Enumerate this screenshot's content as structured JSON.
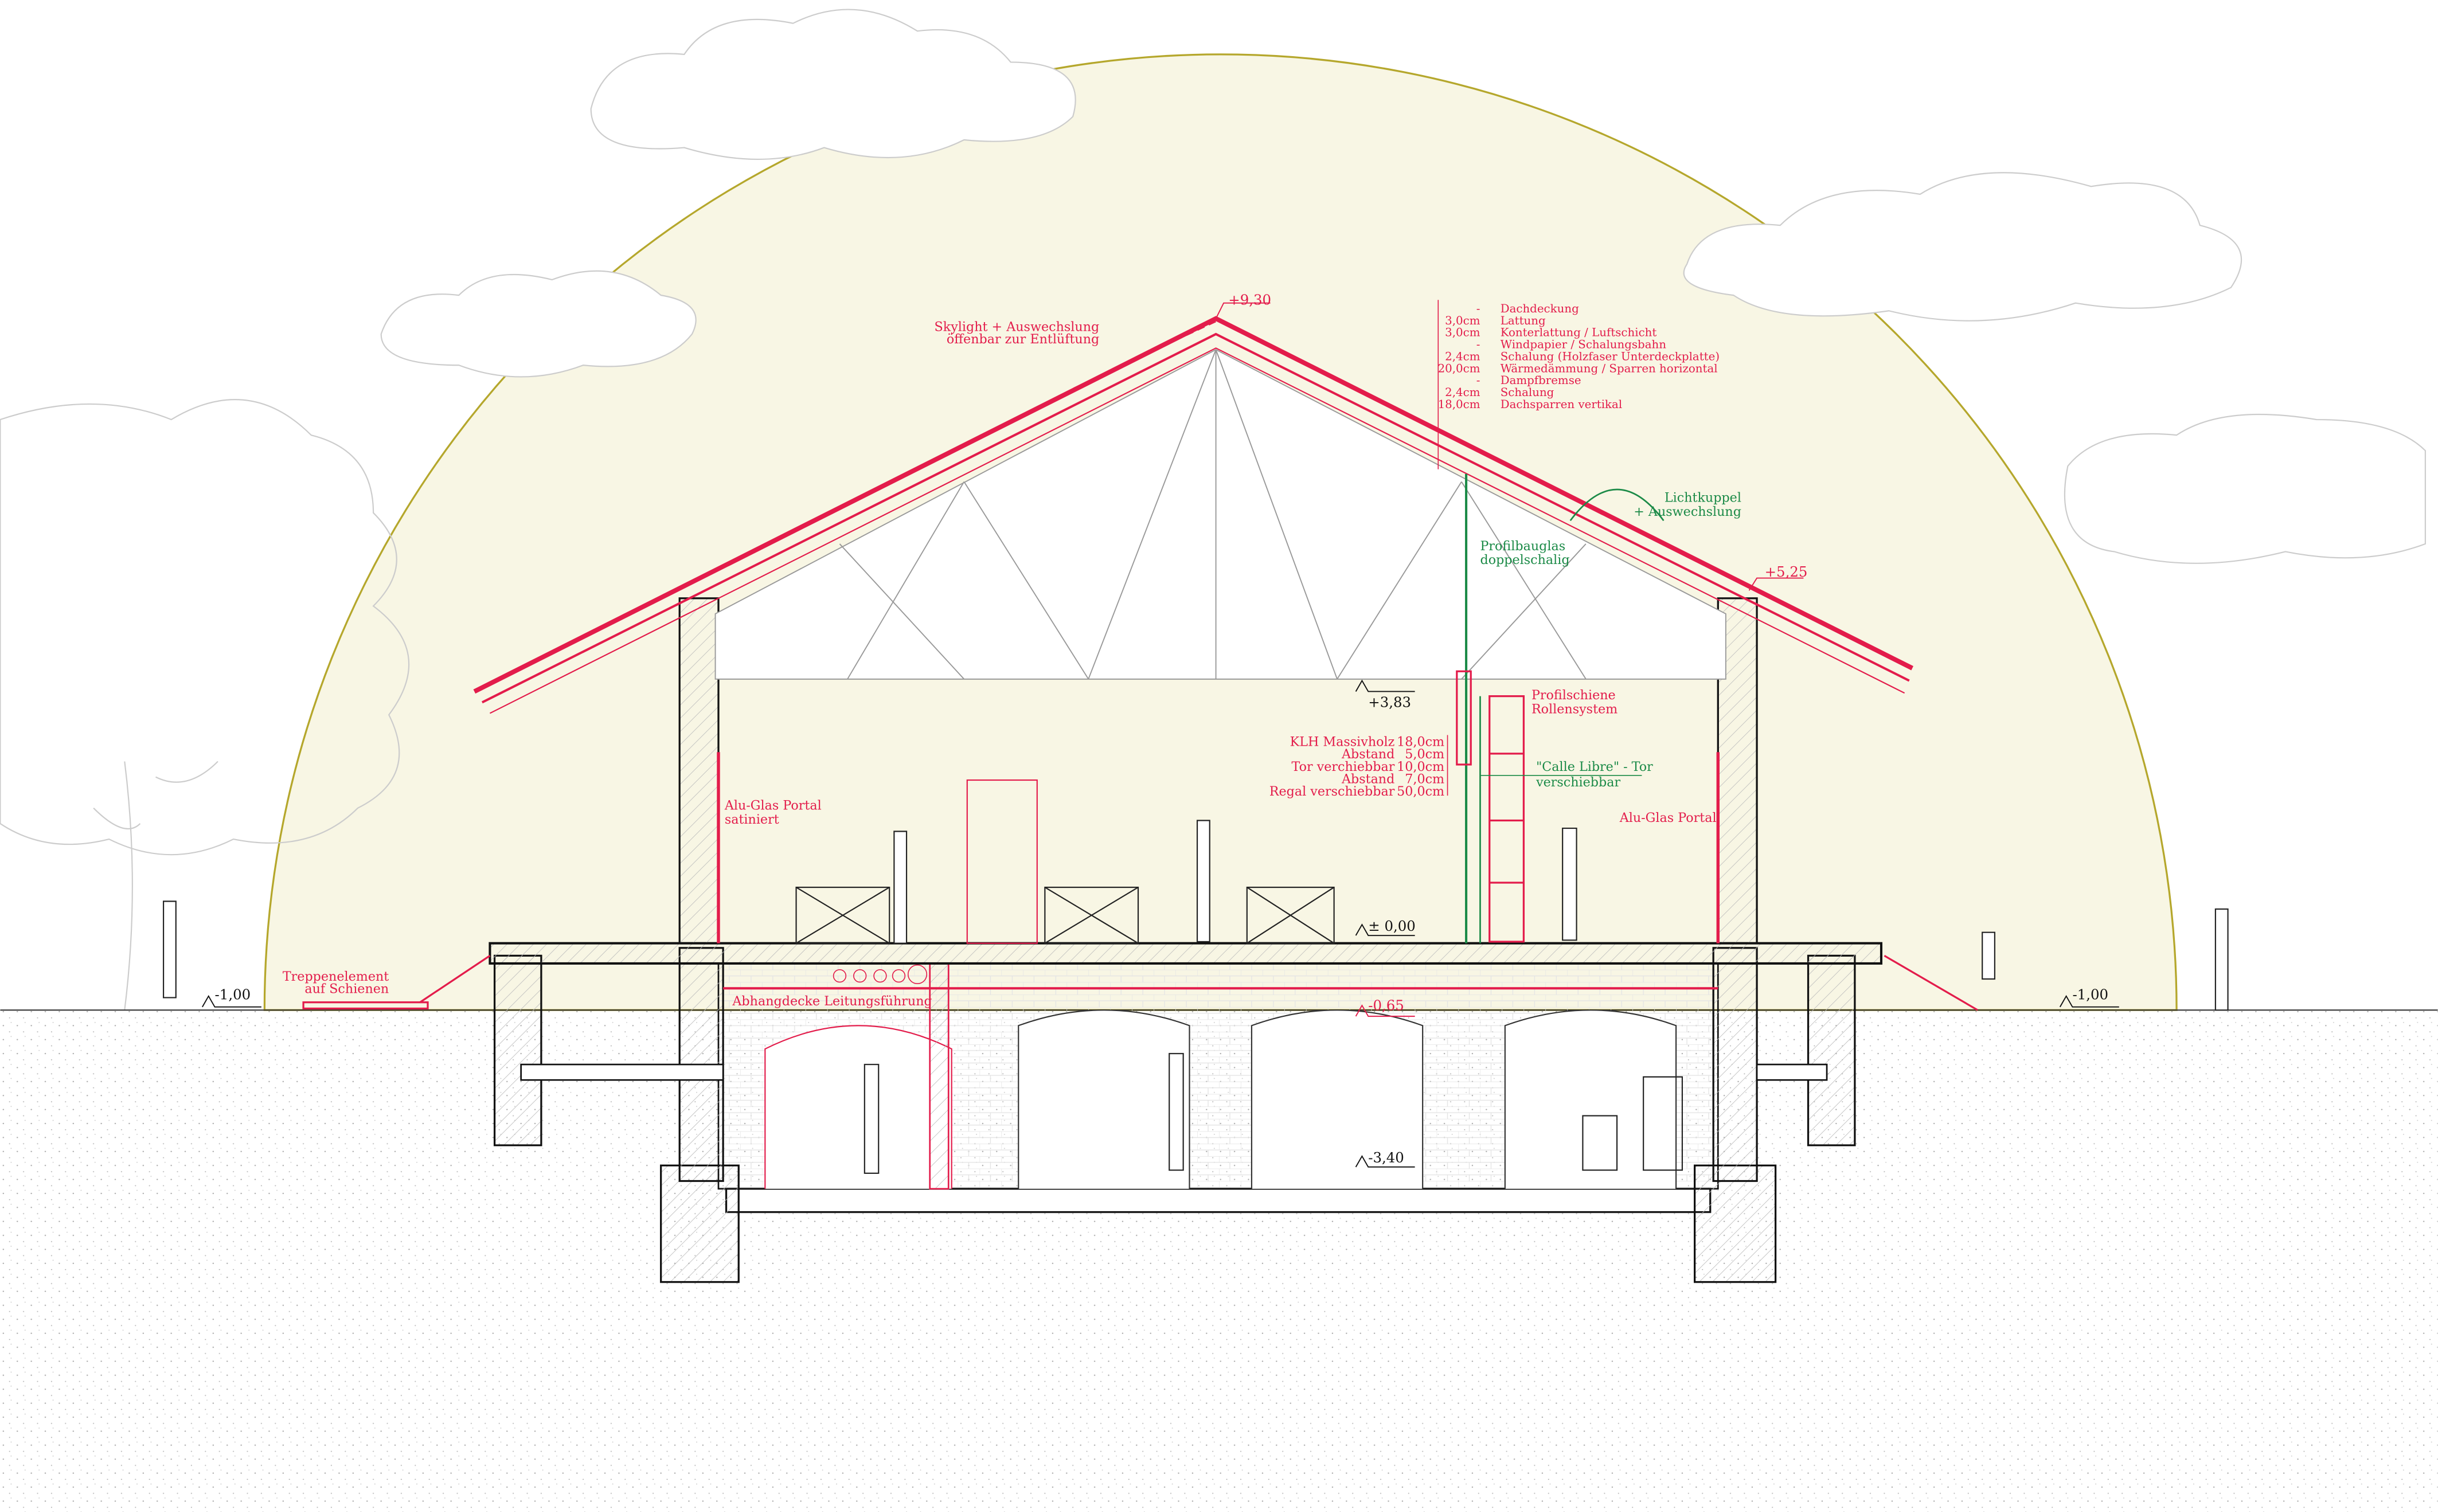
{
  "colors": {
    "accent_red": "#e31c4b",
    "accent_green": "#1b8a47",
    "sun": "#f8f6e4",
    "sun_outline": "#b5a72c"
  },
  "levels": {
    "ridge": "+9,30",
    "eave": "+5,25",
    "ceiling": "+3,83",
    "ground_floor": "± 0,00",
    "suspended_ceiling": "-0,65",
    "basement": "-3,40",
    "terrain_left": "-1,00",
    "terrain_right": "-1,00"
  },
  "labels": {
    "skylight": [
      "Skylight + Auswechslung",
      "öffenbar zur Entlüftung"
    ],
    "lichtkuppel": [
      "Lichtkuppel",
      "+ Auswechslung"
    ],
    "profilbauglas": [
      "Profilbauglas",
      "doppelschalig"
    ],
    "profilschiene": [
      "Profilschiene",
      "Rollensystem"
    ],
    "calle_libre": [
      "\"Calle Libre\" - Tor",
      "verschiebbar"
    ],
    "alu_glas_left": [
      "Alu-Glas Portal",
      "satiniert"
    ],
    "alu_glas_right": "Alu-Glas Portal",
    "treppenelement": [
      "Treppenelement",
      "auf Schienen"
    ],
    "abhangdecke": "Abhangdecke Leitungsführung"
  },
  "roof_layers": [
    {
      "thickness": "-",
      "name": "Dachdeckung"
    },
    {
      "thickness": "3,0cm",
      "name": "Lattung"
    },
    {
      "thickness": "3,0cm",
      "name": "Konterlattung / Luftschicht"
    },
    {
      "thickness": "-",
      "name": "Windpapier / Schalungsbahn"
    },
    {
      "thickness": "2,4cm",
      "name": "Schalung (Holzfaser Unterdeckplatte)"
    },
    {
      "thickness": "20,0cm",
      "name": "Wärmedämmung / Sparren horizontal"
    },
    {
      "thickness": "-",
      "name": "Dampfbremse"
    },
    {
      "thickness": "2,4cm",
      "name": "Schalung"
    },
    {
      "thickness": "18,0cm",
      "name": "Dachsparren vertikal"
    }
  ],
  "wall_layers": [
    {
      "name": "KLH Massivholz",
      "thickness": "18,0cm"
    },
    {
      "name": "Abstand",
      "thickness": "5,0cm"
    },
    {
      "name": "Tor verchiebbar",
      "thickness": "10,0cm"
    },
    {
      "name": "Abstand",
      "thickness": "7,0cm"
    },
    {
      "name": "Regal verschiebbar",
      "thickness": "50,0cm"
    }
  ]
}
